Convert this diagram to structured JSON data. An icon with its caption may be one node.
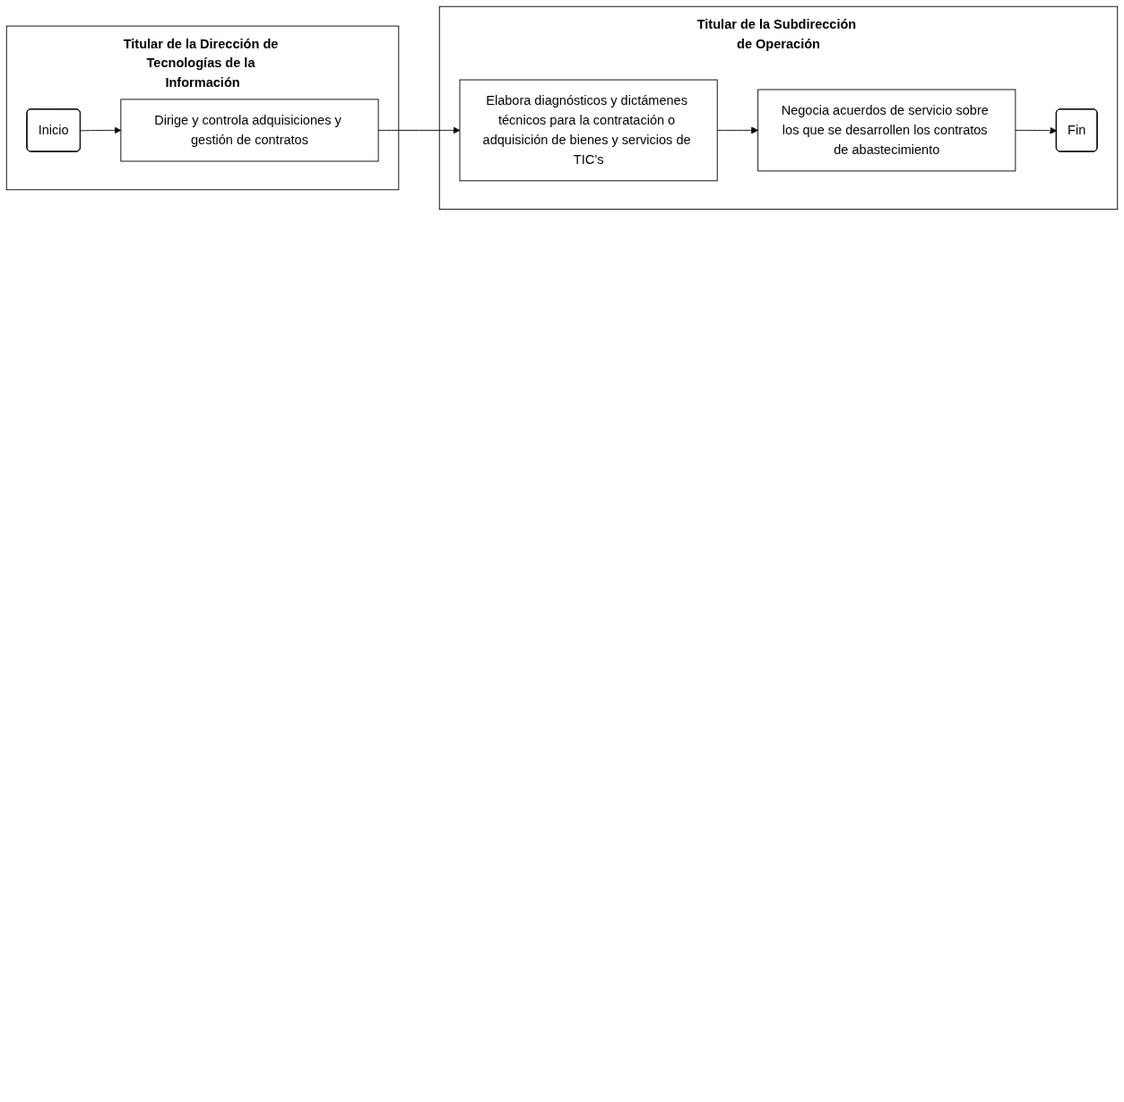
{
  "diagram": {
    "nodes": [
      {
        "text": [
          "Titular de la Dirección de Tecnologías de la Información"
        ]
      },
      {
        "text": [
          "Inicio"
        ],
        "in": 0
      },
      {
        "text": [
          "Dirige y controla adquisiciones y gestión de contratos"
        ],
        "in": 0
      },
      {
        "text": [
          "Titular de la Subdirección de Operación"
        ]
      },
      {
        "text": [
          "Elabora diagnósticos y dictámenes técnicos para la contratación o adquisición de bienes y servicios de TIC’s"
        ],
        "in": 3
      },
      {
        "text": [
          "Negocia acuerdos de servicio sobre los que se desarrollen los contratos de abastecimiento"
        ],
        "in": 3
      },
      {
        "text": [
          "Fin"
        ],
        "in": 3
      }
    ],
    "edges": [
      {
        "from": 1,
        "to": 2,
        "arrow": "to"
      },
      {
        "from": 2,
        "to": 4,
        "arrow": "to"
      },
      {
        "from": 4,
        "to": 5,
        "arrow": "to"
      },
      {
        "from": 5,
        "to": 6,
        "arrow": "to"
      }
    ]
  }
}
